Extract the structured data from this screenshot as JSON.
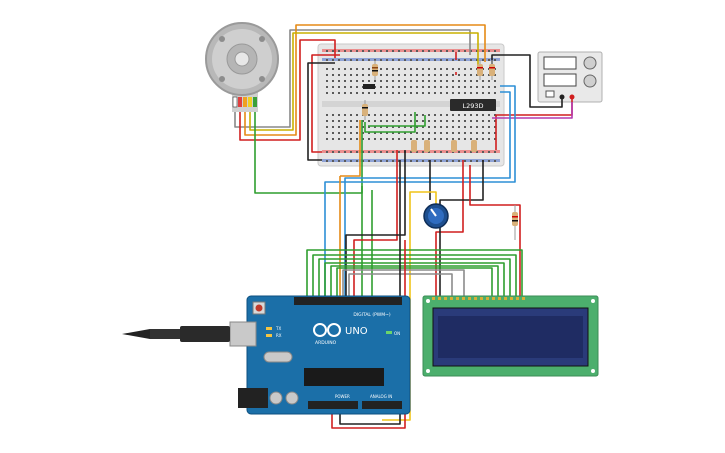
{
  "chip": {
    "label": "L293D"
  },
  "arduino": {
    "model_label": "UNO",
    "brand_label": "ARDUINO",
    "digital_label": "DIGITAL (PWM~)",
    "power_label": "POWER",
    "analog_label": "ANALOG IN",
    "tx_label": "TX",
    "rx_label": "RX",
    "on_label": "ON"
  },
  "colors": {
    "board_blue": "#1b6fa8",
    "breadboard": "#e8e8e8",
    "lcd_green": "#4caf6d",
    "lcd_screen": "#1f2c63",
    "wire_red": "#d11f1f",
    "wire_black": "#222222",
    "wire_green": "#2f9e2f",
    "wire_orange": "#e58a16",
    "wire_blue": "#2d8fd6",
    "wire_yellow": "#f0c419",
    "wire_gray": "#8c8c8c",
    "wire_purple": "#b23ab0"
  }
}
